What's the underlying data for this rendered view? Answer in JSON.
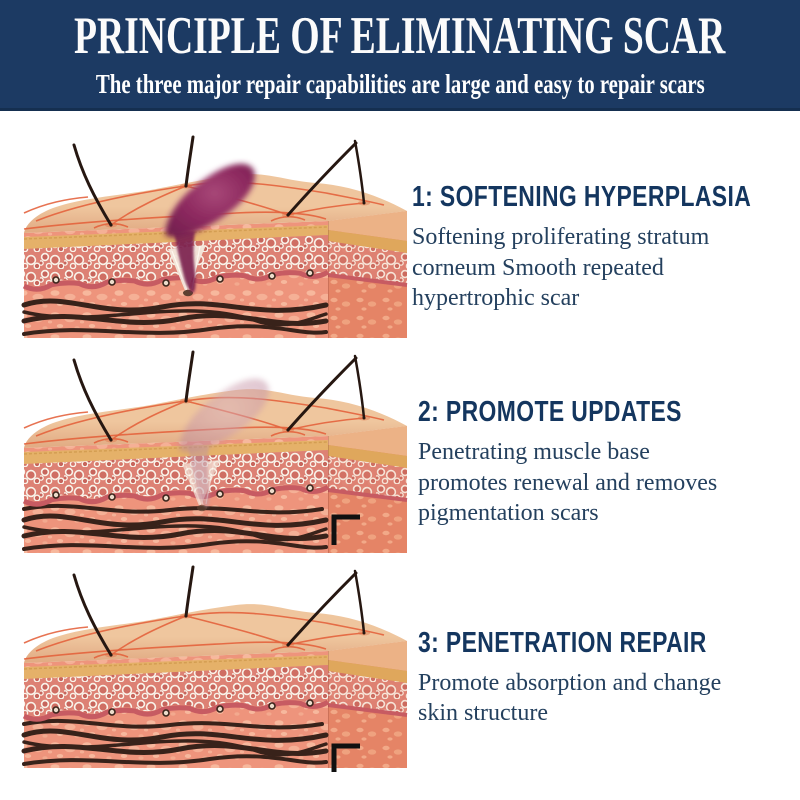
{
  "header": {
    "title": "PRINCIPLE OF ELIMINATING SCAR",
    "subtitle": "The three major repair capabilities are large and easy to repair scars"
  },
  "sections": [
    {
      "number": "1",
      "heading": "1: SOFTENING HYPERPLASIA",
      "body": "Softening proliferating stratum\ncorneum Smooth repeated\nhypertrophic scar",
      "scar_state": "hypertrophic",
      "crop_mark": false,
      "illustration_alt": "skin cross-section block with raised purple hypertrophic scar penetrating the dermis"
    },
    {
      "number": "2",
      "heading": "2: PROMOTE UPDATES",
      "body": "Penetrating muscle base\npromotes renewal and removes\npigmentation scars",
      "scar_state": "fading",
      "crop_mark": true,
      "illustration_alt": "skin cross-section block with faded pigmentation scar being repaired"
    },
    {
      "number": "3",
      "heading": "3: PENETRATION REPAIR",
      "body": "Promote absorption and change\nskin structure",
      "scar_state": "healed",
      "crop_mark": true,
      "illustration_alt": "healed smooth skin cross-section block without scar"
    }
  ],
  "palette": {
    "header_bg": "#1c3a63",
    "header_border": "#152f50",
    "heading_text": "#14365f",
    "body_text": "#24405e",
    "skin_top": "#efc69e",
    "skin_top_shade": "#c06a44",
    "epidermis_yellow": "#e5b169",
    "epidermis_yellow_side": "#dfa75c",
    "side_peach": "#ecb286",
    "lace_bg": "#dd8174",
    "lace_cell": "#c7655c",
    "lace_line": "#f9f3e9",
    "derm_salmon": "#ee947c",
    "derm_spot": "#f7b89d",
    "side_salmon": "#e58466",
    "rose_line": "#c75b62",
    "fiber_brown": "#38221a",
    "hair_brown": "#261711",
    "surface_orange": "#e4603a",
    "scar_strong_core": "#8e2a60",
    "scar_strong_deep": "#6e1d4b",
    "scar_faded": "#c897a9",
    "crop_mark": "#101010"
  }
}
